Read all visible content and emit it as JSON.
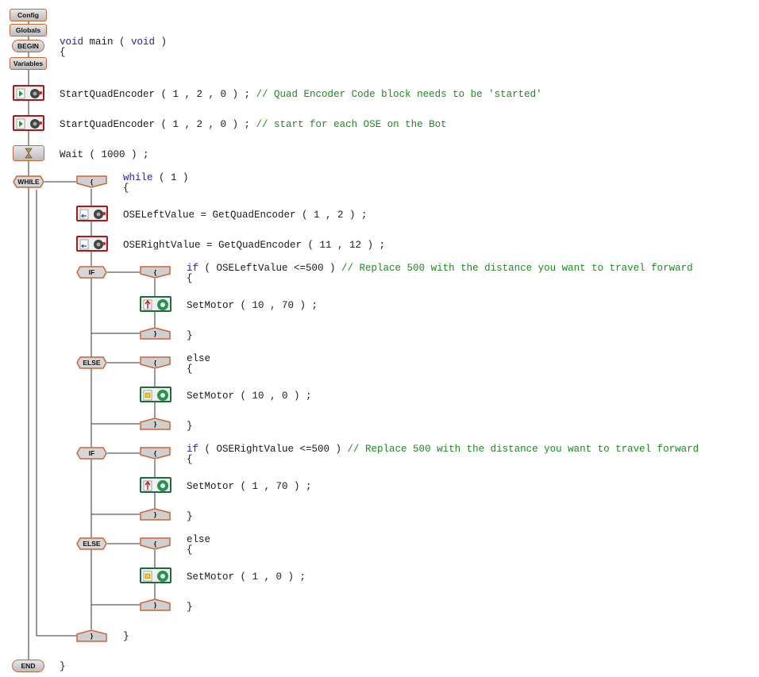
{
  "blocks": {
    "config": "Config",
    "globals": "Globals",
    "begin": "BEGIN",
    "variables": "Variables",
    "while": "WHILE",
    "if": "IF",
    "else": "ELSE",
    "end": "END",
    "open_brace": "{",
    "close_brace": "}"
  },
  "code": {
    "main_void1": "void",
    "main_rest1": " main ( ",
    "main_void2": "void",
    "main_rest2": " )",
    "open_brace": "{",
    "close_brace": "}",
    "line1_code": "StartQuadEncoder ( 1 , 2 , 0 ) ; ",
    "line1_comment": "// Quad Encoder Code block needs to be 'started'",
    "line2_code": "StartQuadEncoder ( 1 , 2 , 0 ) ; ",
    "line2_comment": "// start for each OSE on the Bot",
    "wait": "Wait ( 1000 ) ;",
    "while_kw": "while",
    "while_cond": " ( 1 )",
    "left_read": "OSELeftValue = GetQuadEncoder ( 1 , 2 ) ;",
    "right_read": "OSERightValue = GetQuadEncoder ( 11 , 12 ) ;",
    "if_kw": "if",
    "if1_cond": " ( OSELeftValue <=500 ) ",
    "if1_comment": "// Replace 500 with the distance you want to travel forward",
    "motor1": "SetMotor ( 10 , 70 ) ;",
    "else_kw": "else",
    "motor2": "SetMotor ( 10 , 0 ) ;",
    "if2_cond": " ( OSERightValue <=500 ) ",
    "if2_comment": "// Replace 500 with the distance you want to travel forward",
    "motor3": "SetMotor ( 1 , 70 ) ;",
    "motor4": "SetMotor ( 1 , 0 ) ;"
  },
  "colors": {
    "keyword": "#1f1fb4",
    "comment": "#1e8a1e",
    "block_border": "#c8663a",
    "encoder_border": "#b01818",
    "motor_border": "#1c6b3a"
  }
}
